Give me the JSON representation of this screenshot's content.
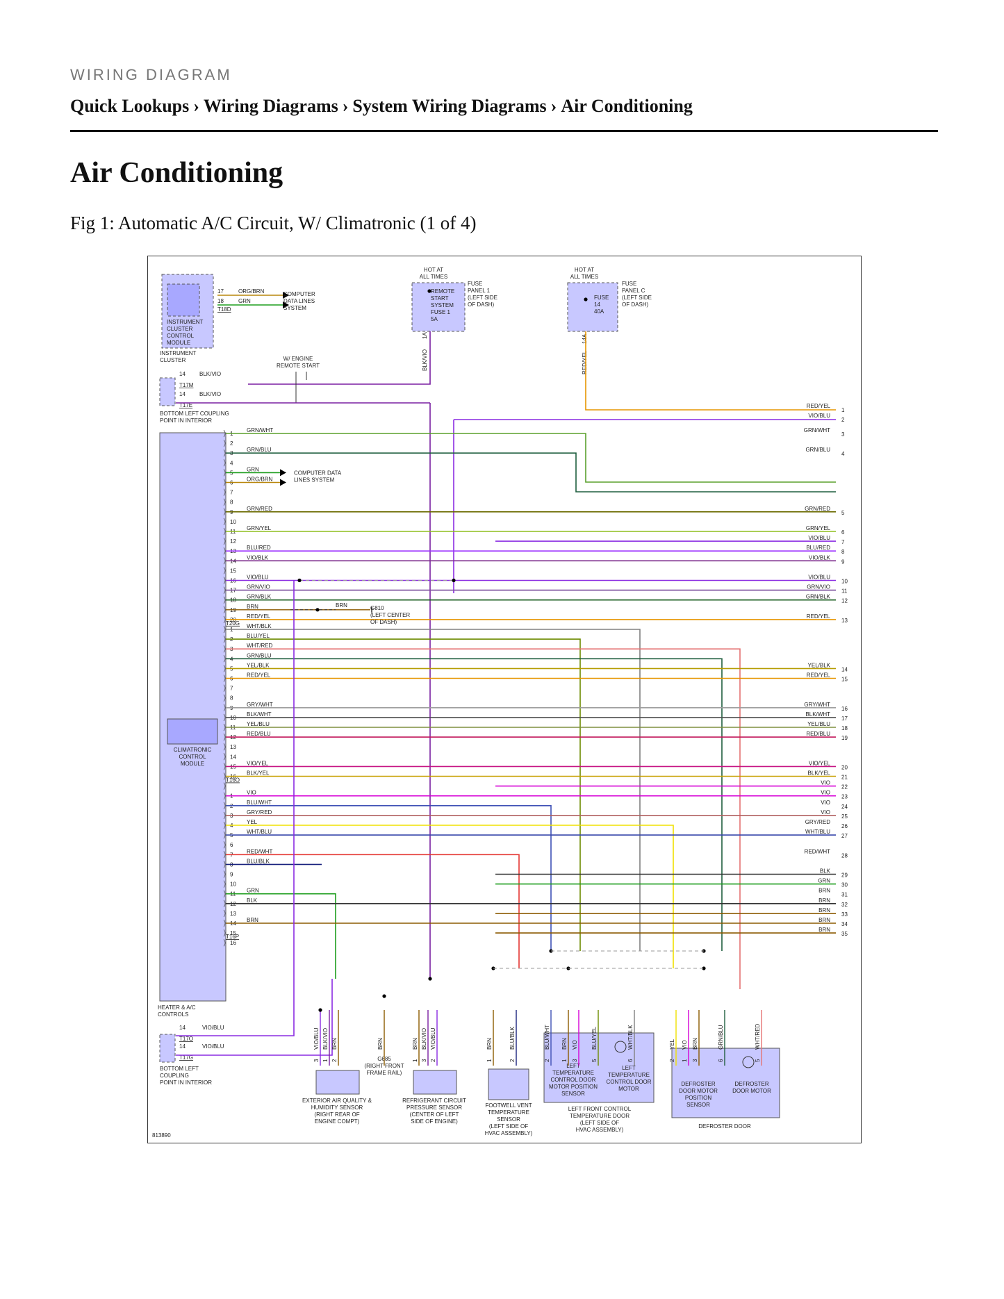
{
  "header": {
    "kicker": "WIRING DIAGRAM",
    "breadcrumbs": [
      "Quick Lookups",
      "Wiring Diagrams",
      "System Wiring Diagrams",
      "Air Conditioning"
    ],
    "separator": "›"
  },
  "page": {
    "title": "Air Conditioning",
    "figure_caption": "Fig 1: Automatic A/C Circuit, W/ Climatronic (1 of 4)"
  },
  "diagram": {
    "figure_id": "813890",
    "labels": {
      "hot1": [
        "HOT AT",
        "ALL TIMES"
      ],
      "hot2": [
        "HOT AT",
        "ALL TIMES"
      ],
      "fuse_panel_1": [
        "FUSE",
        "PANEL 1",
        "(LEFT SIDE",
        "OF DASH)"
      ],
      "fuse_panel_c": [
        "FUSE",
        "PANEL C",
        "(LEFT SIDE",
        "OF DASH)"
      ],
      "remote_start_fuse": [
        "REMOTE",
        "START",
        "SYSTEM",
        "FUSE 1",
        "5A"
      ],
      "fuse14": [
        "FUSE",
        "14",
        "40A"
      ],
      "icm": [
        "INSTRUMENT",
        "CLUSTER",
        "CONTROL",
        "MODULE"
      ],
      "instrument_cluster": [
        "INSTRUMENT",
        "CLUSTER"
      ],
      "computer_data_lines": [
        "COMPUTER",
        "DATA LINES",
        "SYSTEM"
      ],
      "computer_data_lines_2": [
        "COMPUTER DATA",
        "LINES SYSTEM"
      ],
      "engine_remote_start": [
        "W/ ENGINE",
        "REMOTE START"
      ],
      "bottom_left_coupling": [
        "BOTTOM LEFT COUPLING",
        "POINT IN INTERIOR"
      ],
      "bottom_left_coupling_2": [
        "BOTTOM LEFT",
        "COUPLING",
        "POINT IN INTERIOR"
      ],
      "climatronic": [
        "CLIMATRONIC",
        "CONTROL",
        "MODULE"
      ],
      "heater_controls": [
        "HEATER & A/C",
        "CONTROLS"
      ],
      "g810": [
        "G810",
        "(LEFT CENTER",
        "OF DASH)"
      ],
      "g685": [
        "G685",
        "(RIGHT FRONT",
        "FRAME RAIL)"
      ],
      "exterior_air_sensor": [
        "EXTERIOR AIR QUALITY &",
        "HUMIDITY SENSOR",
        "(RIGHT REAR OF",
        "ENGINE COMPT)"
      ],
      "refrigerant_sensor": [
        "REFRIGERANT CIRCUIT",
        "PRESSURE SENSOR",
        "(CENTER OF LEFT",
        "SIDE OF ENGINE)"
      ],
      "footwell_sensor": [
        "FOOTWELL VENT",
        "TEMPERATURE",
        "SENSOR",
        "(LEFT SIDE OF",
        "HVAC ASSEMBLY)"
      ],
      "left_temp_pos_sensor": [
        "LEFT",
        "TEMPERATURE",
        "CONTROL DOOR",
        "MOTOR POSITION",
        "SENSOR"
      ],
      "left_temp_motor": [
        "LEFT",
        "TEMPERATURE",
        "CONTROL DOOR",
        "MOTOR"
      ],
      "left_front_control": [
        "LEFT FRONT CONTROL",
        "TEMPERATURE DOOR",
        "(LEFT SIDE OF",
        "HVAC ASSEMBLY)"
      ],
      "defroster_pos_sensor": [
        "DEFROSTER",
        "DOOR MOTOR",
        "POSITION",
        "SENSOR"
      ],
      "defroster_motor": [
        "DEFROSTER",
        "DOOR MOTOR"
      ],
      "defroster_door": "DEFROSTER DOOR"
    },
    "connectors": {
      "t18d": "T18D",
      "t17m": "T17M",
      "t17e": "T17E",
      "t20g": "T20G",
      "t16o": "T16O",
      "t16p": "T16P",
      "t17o": "T17O",
      "t17g": "T17G"
    },
    "top_wires": {
      "icm_pins": [
        {
          "pin": "17",
          "color": "ORG/BRN"
        },
        {
          "pin": "18",
          "color": "GRN"
        }
      ],
      "t17m": {
        "pin": "14",
        "color": "BLK/VIO"
      },
      "t17e": {
        "pin": "14",
        "color": "BLK/VIO"
      },
      "fuse1_out": {
        "pin": "1A",
        "color": "BLK/VIO"
      },
      "fuse14_out": {
        "pin": "14A",
        "color": "RED/YEL"
      }
    },
    "colors": {
      "RED/YEL": "#e69500",
      "BLK/VIO": "#7a1fa2",
      "GRN/WHT": "#5aa02c",
      "GRN/BLU": "#1f5f3f",
      "GRN": "#1e9e1e",
      "ORG/BRN": "#b8860b",
      "GRN/RED": "#6b6b00",
      "GRN/YEL": "#8fbf1f",
      "BLU/RED": "#9b30ff",
      "VIO/BLK": "#7d2d8c",
      "VIO/BLU": "#8a2be2",
      "GRN/VIO": "#7a4f9b",
      "GRN/BLK": "#1b5e20",
      "BRN": "#8b5a00",
      "WHT/BLK": "#808080",
      "BLU/YEL": "#6d8b00",
      "WHT/RED": "#e57373",
      "YEL/BLK": "#b59b00",
      "GRY/WHT": "#9e9e9e",
      "BLK/WHT": "#505050",
      "YEL/BLU": "#7f8f3f",
      "RED/BLU": "#c2185b",
      "VIO/YEL": "#c71585",
      "BLK/YEL": "#c8a000",
      "VIO": "#d600d6",
      "BLU/WHT": "#3f51b5",
      "GRY/RED": "#b06060",
      "YEL": "#f0e000",
      "WHT/BLU": "#3949ab",
      "RED/WHT": "#e53935",
      "BLU/BLK": "#1a237e",
      "BLK": "#333333"
    },
    "rows": [
      {
        "pin": "1",
        "color": "GRN/WHT",
        "rcolor": "GRN/WHT",
        "ref": "3"
      },
      {
        "pin": "2"
      },
      {
        "pin": "3",
        "color": "GRN/BLU",
        "rcolor": "GRN/BLU",
        "ref": "4"
      },
      {
        "pin": "4"
      },
      {
        "pin": "5",
        "color": "GRN"
      },
      {
        "pin": "6",
        "color": "ORG/BRN"
      },
      {
        "pin": "7"
      },
      {
        "pin": "8"
      },
      {
        "pin": "9",
        "color": "GRN/RED",
        "rcolor": "GRN/RED",
        "ref": "5"
      },
      {
        "pin": "10"
      },
      {
        "pin": "11",
        "color": "GRN/YEL",
        "rcolor": "GRN/YEL",
        "ref": "6"
      },
      {
        "pin": "12",
        "rcolor": "VIO/BLU",
        "ref": "7"
      },
      {
        "pin": "13",
        "color": "BLU/RED",
        "rcolor": "BLU/RED",
        "ref": "8"
      },
      {
        "pin": "14",
        "color": "VIO/BLK",
        "rcolor": "VIO/BLK",
        "ref": "9"
      },
      {
        "pin": "15"
      },
      {
        "pin": "16",
        "color": "VIO/BLU",
        "rcolor": "VIO/BLU",
        "ref": "10"
      },
      {
        "pin": "17",
        "color": "GRN/VIO",
        "rcolor": "GRN/VIO",
        "ref": "11"
      },
      {
        "pin": "18",
        "color": "GRN/BLK",
        "rcolor": "GRN/BLK",
        "ref": "12"
      },
      {
        "pin": "19",
        "color": "BRN",
        "mid": "BRN"
      },
      {
        "pin": "20",
        "color": "RED/YEL",
        "rcolor": "RED/YEL",
        "ref": "13"
      },
      {
        "pin": "1",
        "color": "WHT/BLK"
      },
      {
        "pin": "2",
        "color": "BLU/YEL"
      },
      {
        "pin": "3",
        "color": "WHT/RED"
      },
      {
        "pin": "4",
        "color": "GRN/BLU"
      },
      {
        "pin": "5",
        "color": "YEL/BLK",
        "rcolor": "YEL/BLK",
        "ref": "14"
      },
      {
        "pin": "6",
        "color": "RED/YEL",
        "rcolor": "RED/YEL",
        "ref": "15"
      },
      {
        "pin": "7"
      },
      {
        "pin": "8"
      },
      {
        "pin": "9",
        "color": "GRY/WHT",
        "rcolor": "GRY/WHT",
        "ref": "16"
      },
      {
        "pin": "10",
        "color": "BLK/WHT",
        "rcolor": "BLK/WHT",
        "ref": "17"
      },
      {
        "pin": "11",
        "color": "YEL/BLU",
        "rcolor": "YEL/BLU",
        "ref": "18"
      },
      {
        "pin": "12",
        "color": "RED/BLU",
        "rcolor": "RED/BLU",
        "ref": "19"
      },
      {
        "pin": "13"
      },
      {
        "pin": "14"
      },
      {
        "pin": "15",
        "color": "VIO/YEL",
        "rcolor": "VIO/YEL",
        "ref": "20"
      },
      {
        "pin": "16",
        "color": "BLK/YEL",
        "rcolor": "BLK/YEL",
        "ref": "21"
      },
      {
        "pin": "",
        "rcolor": "VIO",
        "ref": "22"
      },
      {
        "pin": "1",
        "color": "VIO",
        "rcolor": "VIO",
        "ref": "23"
      },
      {
        "pin": "2",
        "color": "BLU/WHT",
        "rcolor": "VIO",
        "ref": "24"
      },
      {
        "pin": "3",
        "color": "GRY/RED",
        "rcolor": "VIO",
        "ref": "25"
      },
      {
        "pin": "4",
        "color": "YEL",
        "rcolor": "GRY/RED",
        "ref": "26"
      },
      {
        "pin": "5",
        "color": "WHT/BLU",
        "rcolor": "WHT/BLU",
        "ref": "27"
      },
      {
        "pin": "6"
      },
      {
        "pin": "7",
        "color": "RED/WHT",
        "rcolor": "RED/WHT",
        "ref": "28"
      },
      {
        "pin": "8",
        "color": "BLU/BLK"
      },
      {
        "pin": "9",
        "rcolor": "BLK",
        "ref": "29"
      },
      {
        "pin": "10",
        "rcolor": "GRN",
        "ref": "30"
      },
      {
        "pin": "11",
        "color": "GRN",
        "rcolor": "BRN",
        "ref": "31"
      },
      {
        "pin": "12",
        "color": "BLK",
        "rcolor": "BRN",
        "ref": "32"
      },
      {
        "pin": "13",
        "rcolor": "BRN",
        "ref": "33"
      },
      {
        "pin": "14",
        "color": "BRN",
        "rcolor": "BRN",
        "ref": "34"
      },
      {
        "pin": "15",
        "rcolor": "BRN",
        "ref": "35"
      },
      {
        "pin": "16"
      }
    ],
    "right_top": [
      {
        "color": "RED/YEL",
        "ref": "1"
      },
      {
        "color": "VIO/BLU",
        "ref": "2"
      }
    ],
    "lower_left": [
      {
        "pin": "14",
        "color": "VIO/BLU",
        "conn": "T17O"
      },
      {
        "pin": "14",
        "color": "VIO/BLU",
        "conn": "T17G"
      }
    ],
    "bottom_vert_labels": [
      {
        "text": "VIO/BLU",
        "pin": "3"
      },
      {
        "text": "BLK/VIO",
        "pin": "1"
      },
      {
        "text": "BRN",
        "pin": "2"
      },
      {
        "text": "BRN",
        "pin": ""
      },
      {
        "text": "BRN",
        "pin": "1"
      },
      {
        "text": "BLK/VIO",
        "pin": "3"
      },
      {
        "text": "VIO/BLU",
        "pin": "2"
      },
      {
        "text": "BRN",
        "pin": "1"
      },
      {
        "text": "BLU/BLK",
        "pin": "2"
      },
      {
        "text": "BLU/WHT",
        "pin": "2"
      },
      {
        "text": "BRN",
        "pin": "1"
      },
      {
        "text": "VIO",
        "pin": "3"
      },
      {
        "text": "BLU/YEL",
        "pin": "5"
      },
      {
        "text": "WHT/BLK",
        "pin": "6"
      },
      {
        "text": "YEL",
        "pin": "2"
      },
      {
        "text": "VIO",
        "pin": "1"
      },
      {
        "text": "BRN",
        "pin": "3"
      },
      {
        "text": "GRN/BLU",
        "pin": "6"
      },
      {
        "text": "WHT/RED",
        "pin": "5"
      }
    ]
  }
}
